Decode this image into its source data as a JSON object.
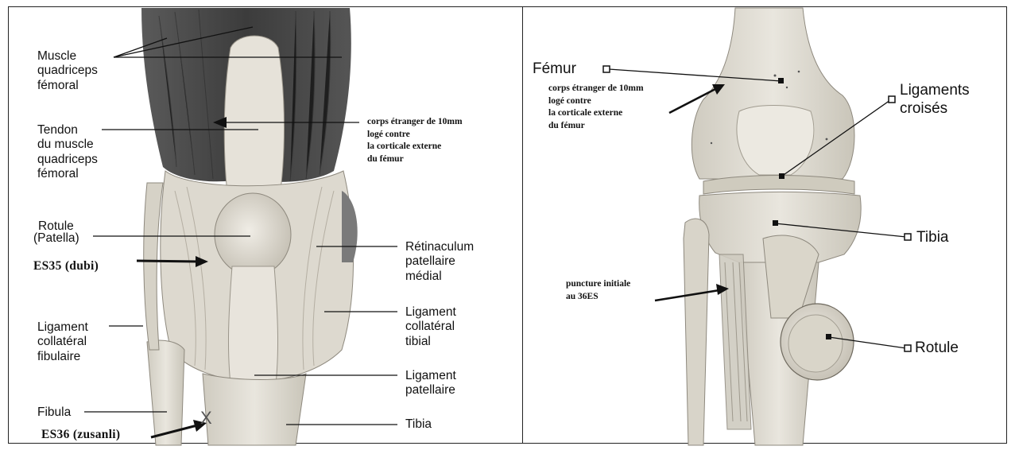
{
  "left_panel": {
    "labels": {
      "muscle_quadriceps": "Muscle\nquadriceps\nfémoral",
      "tendon_quadriceps": "Tendon\ndu muscle\nquadriceps\nfémoral",
      "rotule": "Rotule",
      "patella": "(Patella)",
      "es35": "ES35 (dubi)",
      "ligament_collateral_fibulaire": "Ligament\ncollatéral\nfibulaire",
      "fibula": "Fibula",
      "es36": "ES36 (zusanli)",
      "retinaculum": "Rétinaculum\npatellaire\nmédial",
      "ligament_collateral_tibial": "Ligament\ncollatéral\ntibial",
      "ligament_patellaire": "Ligament\npatellaire",
      "tibia": "Tibia",
      "foreign_body_note": "corps étranger de 10mm\nlogé contre\nla corticale externe\ndu fémur",
      "x_mark": "X"
    }
  },
  "right_panel": {
    "labels": {
      "femur": "Fémur",
      "foreign_body_note": "corps étranger de 10mm\nlogé contre\nla corticale externe\ndu fémur",
      "ligaments_croises": "Ligaments\ncroisés",
      "tibia": "Tibia",
      "puncture_note": "puncture initiale\nau 36ES",
      "rotule": "Rotule"
    }
  },
  "colors": {
    "muscle": "#4a4a4a",
    "tendon": "#e4e0d6",
    "bone": "#dcd8cc",
    "line": "#111111"
  }
}
